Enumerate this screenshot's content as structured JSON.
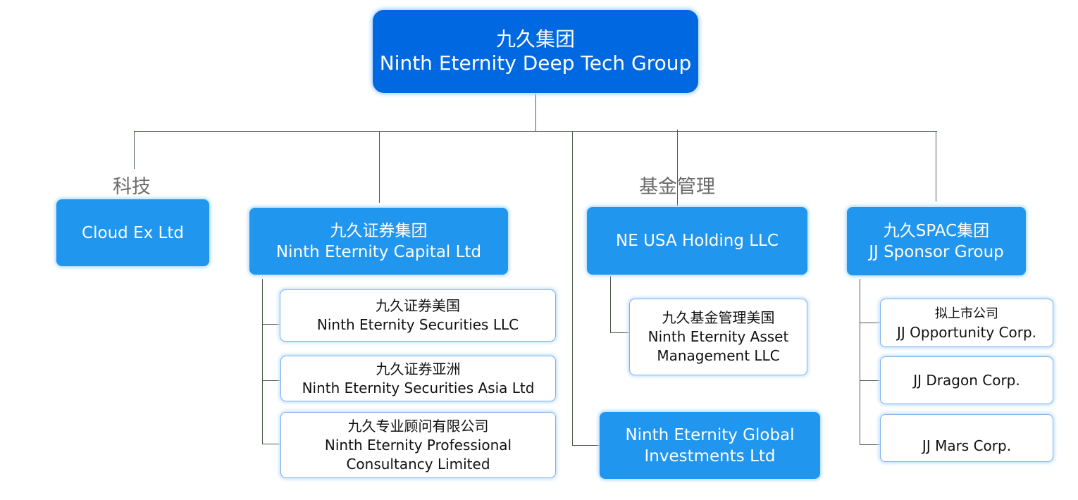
{
  "title": "九久集团 Ninth Eternity Deep Tech Group organization chart",
  "colors": {
    "root": "#0068e0",
    "primary_box": "#2196ee",
    "child_border": "#7fb1ea",
    "connector": "#4a5a4a"
  },
  "root": {
    "zh": "九久集团",
    "en": "Ninth Eternity Deep Tech Group"
  },
  "categories": {
    "tech": "科技",
    "fund": "基金管理"
  },
  "divisions": {
    "cloud": {
      "en": "Cloud Ex Ltd"
    },
    "capital": {
      "zh": "九久证券集团",
      "en": "Ninth Eternity Capital Ltd",
      "children": [
        {
          "zh": "九久证券美国",
          "en": "Ninth Eternity Securities LLC"
        },
        {
          "zh": "九久证券亚洲",
          "en": "Ninth Eternity Securities Asia Ltd"
        },
        {
          "zh": "九久专业顾问有限公司",
          "en1": "Ninth Eternity Professional",
          "en2": "Consultancy Limited"
        }
      ]
    },
    "ne_usa": {
      "en": "NE USA Holding LLC",
      "children": [
        {
          "zh": "九久基金管理美国",
          "en1": "Ninth Eternity Asset",
          "en2": "Management LLC"
        }
      ]
    },
    "global": {
      "en1": "Ninth Eternity Global",
      "en2": "Investments Ltd"
    },
    "spac": {
      "zh": "九久SPAC集团",
      "en": "JJ Sponsor Group",
      "children": [
        {
          "zh": "拟上市公司",
          "en": "JJ Opportunity Corp."
        },
        {
          "en": "JJ Dragon Corp."
        },
        {
          "en": "JJ Mars Corp."
        }
      ]
    }
  }
}
